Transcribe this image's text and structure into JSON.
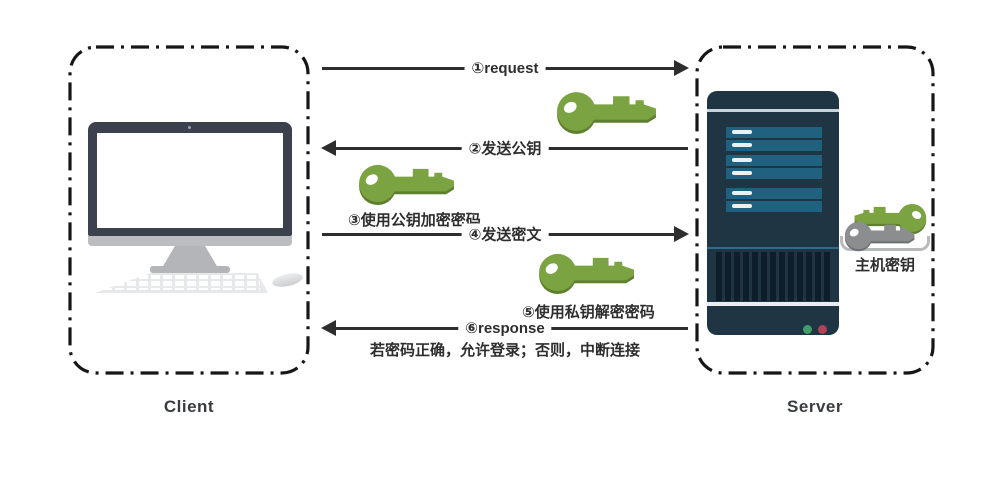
{
  "colors": {
    "arrow": "#2e2e2e",
    "text": "#2e2e2e",
    "box_border": "#161616",
    "key_green": "#7ca342",
    "key_green_shade": "#5e7f2e",
    "key_gray": "#8b8d8f",
    "key_gray_shade": "#6f7173",
    "server_body": "#1f3543",
    "server_bay": "#20617f",
    "status_green": "#3f9e69",
    "status_red": "#b44056",
    "monitor_frame": "#3b414d",
    "monitor_metal": "#b3b5b8",
    "keyboard": "#e7e8ea"
  },
  "client": {
    "label": "Client"
  },
  "server": {
    "label": "Server"
  },
  "host_key": {
    "label": "主机密钥"
  },
  "icons": {
    "public_key": "green-key-icon",
    "host_public_key": "green-key-icon",
    "host_private_key": "gray-key-icon",
    "client_machine": "desktop-computer-icon",
    "server_machine": "server-tower-icon"
  },
  "steps": {
    "s1": "①request",
    "s2": "②发送公钥",
    "s3": "③使用公钥加密密码",
    "s4": "④发送密文",
    "s5": "⑤使用私钥解密密码",
    "s6": "⑥response",
    "note": "若密码正确，允许登录；否则，中断连接"
  }
}
